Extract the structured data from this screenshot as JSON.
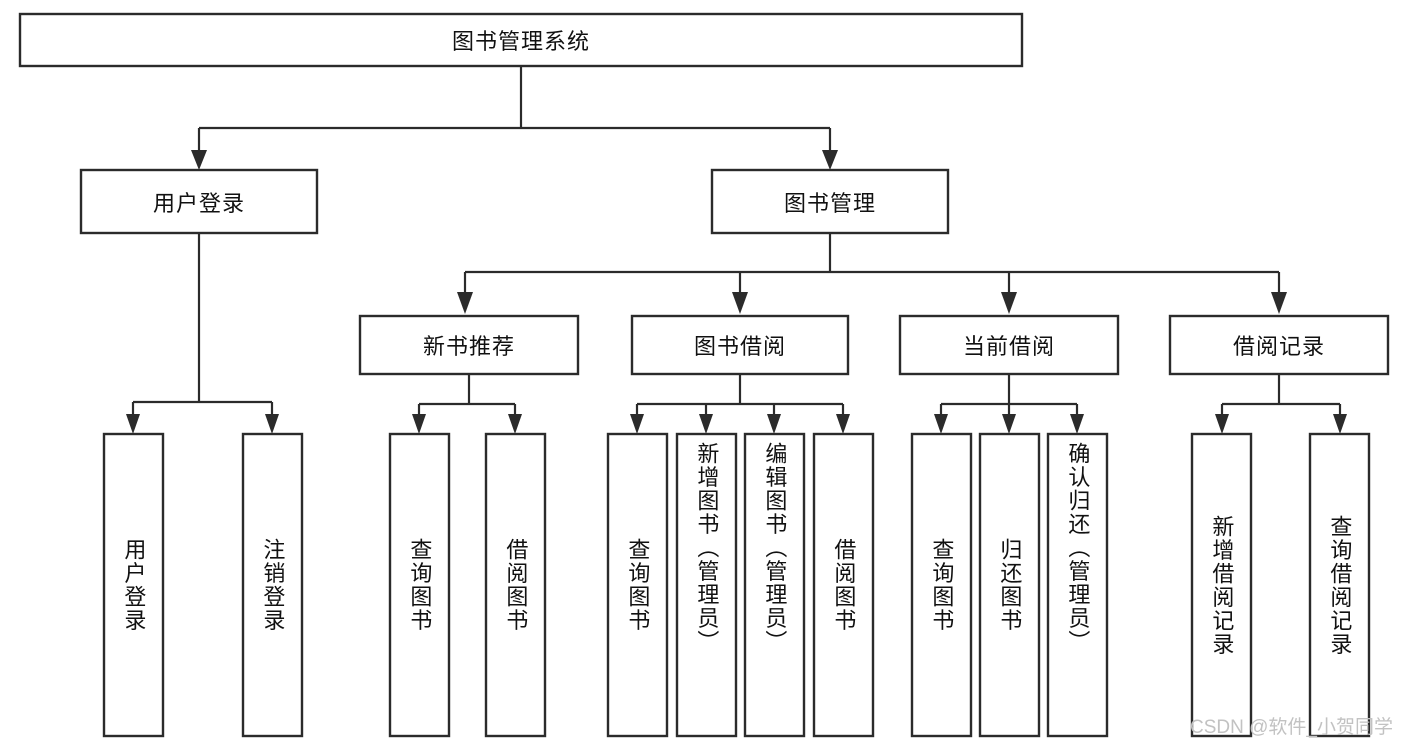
{
  "diagram": {
    "type": "tree-hierarchy",
    "orientation": "top-down",
    "watermark": "CSDN @软件_小贺同学",
    "root": {
      "id": "root",
      "label": "图书管理系统"
    },
    "level2": [
      {
        "id": "user-login",
        "label": "用户登录"
      },
      {
        "id": "book-management",
        "label": "图书管理"
      }
    ],
    "level3": [
      {
        "id": "new-book-recommend",
        "label": "新书推荐",
        "parent": "book-management"
      },
      {
        "id": "book-borrow",
        "label": "图书借阅",
        "parent": "book-management"
      },
      {
        "id": "current-borrow",
        "label": "当前借阅",
        "parent": "book-management"
      },
      {
        "id": "borrow-record",
        "label": "借阅记录",
        "parent": "book-management"
      }
    ],
    "leaves": [
      {
        "id": "leaf-user-login",
        "label": "用户登录",
        "parent": "user-login"
      },
      {
        "id": "leaf-logout",
        "label": "注销登录",
        "parent": "user-login"
      },
      {
        "id": "leaf-query-book-1",
        "label": "查询图书",
        "parent": "new-book-recommend"
      },
      {
        "id": "leaf-borrow-book-1",
        "label": "借阅图书",
        "parent": "new-book-recommend"
      },
      {
        "id": "leaf-query-book-2",
        "label": "查询图书",
        "parent": "book-borrow"
      },
      {
        "id": "leaf-add-book",
        "label": "新增图书（管理员）",
        "parent": "book-borrow"
      },
      {
        "id": "leaf-edit-book",
        "label": "编辑图书（管理员）",
        "parent": "book-borrow"
      },
      {
        "id": "leaf-borrow-book-2",
        "label": "借阅图书",
        "parent": "book-borrow"
      },
      {
        "id": "leaf-query-book-3",
        "label": "查询图书",
        "parent": "current-borrow"
      },
      {
        "id": "leaf-return-book",
        "label": "归还图书",
        "parent": "current-borrow"
      },
      {
        "id": "leaf-confirm-return",
        "label": "确认归还（管理员）",
        "parent": "current-borrow"
      },
      {
        "id": "leaf-add-record",
        "label": "新增借阅记录",
        "parent": "borrow-record"
      },
      {
        "id": "leaf-query-record",
        "label": "查询借阅记录",
        "parent": "borrow-record"
      }
    ],
    "colors": {
      "box_stroke": "#2b2b2b",
      "box_fill": "#ffffff",
      "connector": "#2b2b2b",
      "text": "#111111",
      "watermark": "#c2c2c2",
      "background": "#ffffff"
    }
  }
}
